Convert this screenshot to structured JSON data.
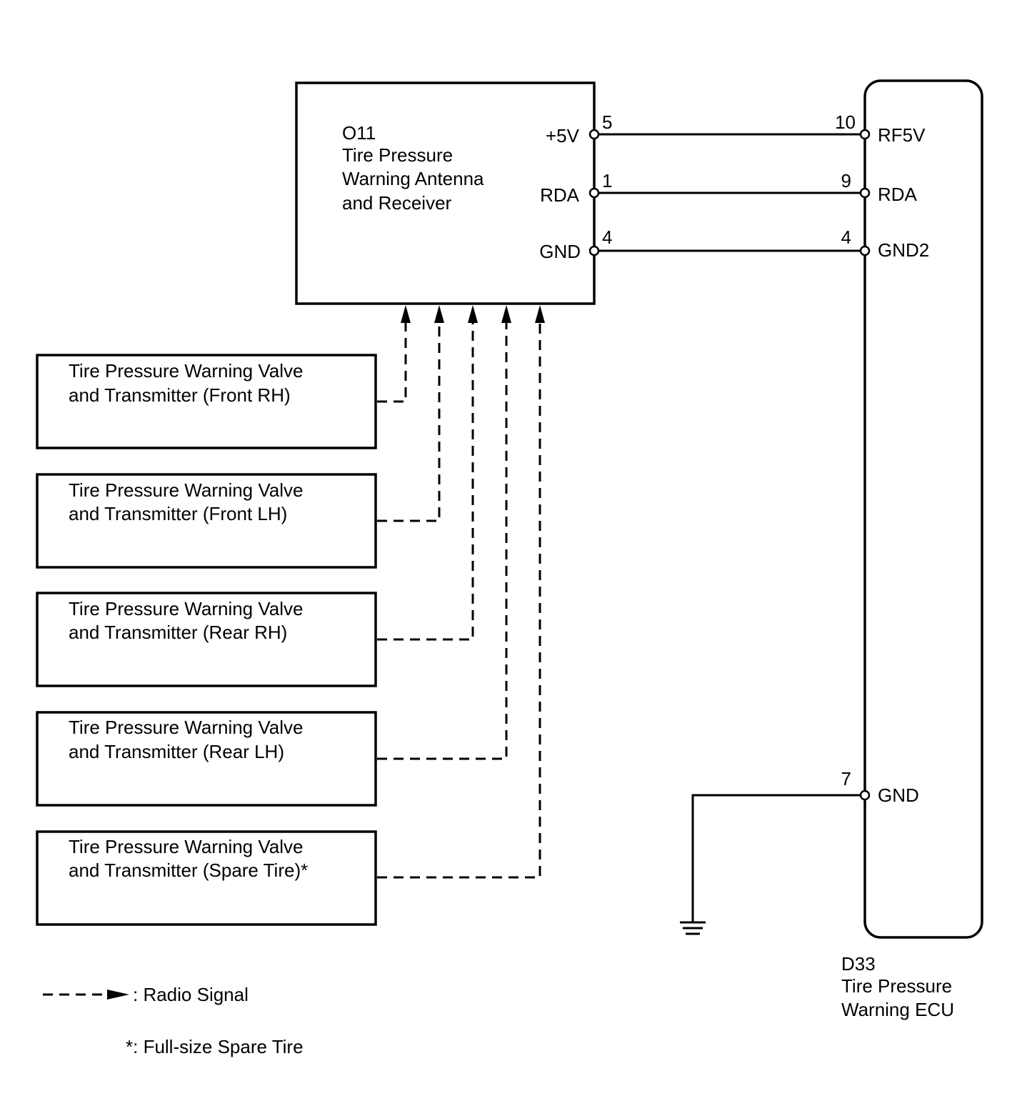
{
  "receiver": {
    "code": "O11",
    "name_lines": [
      "Tire Pressure",
      "Warning Antenna",
      "and Receiver"
    ],
    "pins": [
      {
        "label": "+5V",
        "number": "5"
      },
      {
        "label": "RDA",
        "number": "1"
      },
      {
        "label": "GND",
        "number": "4"
      }
    ]
  },
  "ecu": {
    "code": "D33",
    "name_lines": [
      "Tire Pressure",
      "Warning ECU"
    ],
    "pins": [
      {
        "label": "RF5V",
        "number": "10"
      },
      {
        "label": "RDA",
        "number": "9"
      },
      {
        "label": "GND2",
        "number": "4"
      },
      {
        "label": "GND",
        "number": "7"
      }
    ]
  },
  "transmitters": [
    {
      "line1": "Tire Pressure Warning Valve",
      "line2": "and Transmitter (Front RH)"
    },
    {
      "line1": "Tire Pressure Warning Valve",
      "line2": "and Transmitter (Front LH)"
    },
    {
      "line1": "Tire Pressure Warning Valve",
      "line2": "and Transmitter (Rear RH)"
    },
    {
      "line1": "Tire Pressure Warning Valve",
      "line2": "and Transmitter (Rear LH)"
    },
    {
      "line1": "Tire Pressure Warning Valve",
      "line2": "and Transmitter (Spare Tire)*"
    }
  ],
  "legend": {
    "radio_signal": ": Radio Signal",
    "footnote": "*: Full-size Spare Tire"
  }
}
